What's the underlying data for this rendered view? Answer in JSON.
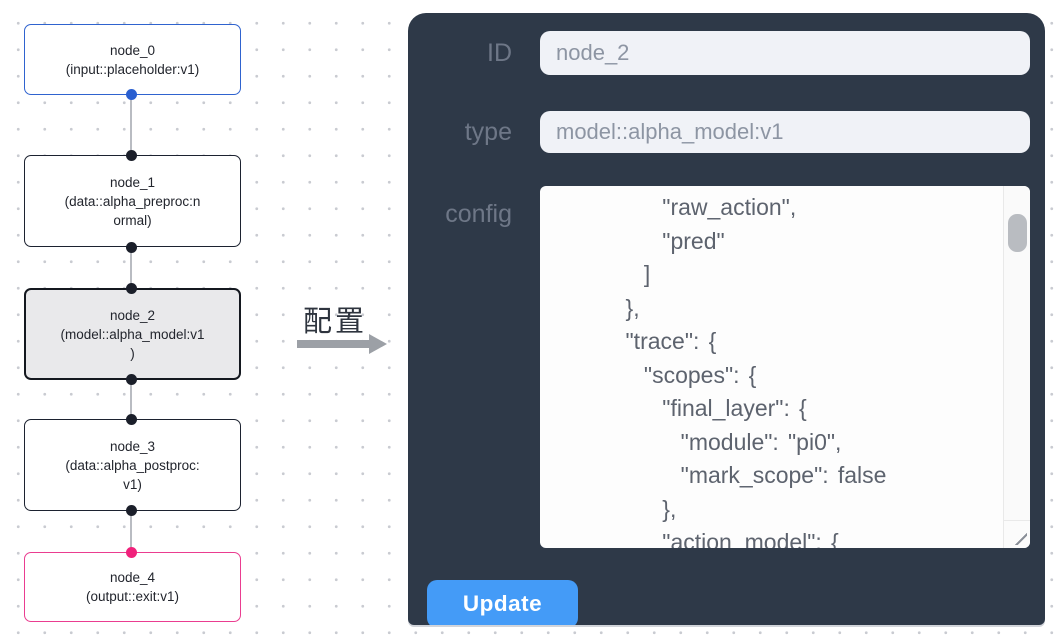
{
  "canvas": {
    "nodes": [
      {
        "title": "node_0",
        "subtitle_lines": [
          "(input::placeholder:v1)"
        ],
        "kind": "input"
      },
      {
        "title": "node_1",
        "subtitle_lines": [
          "(data::alpha_preproc:n",
          "ormal)"
        ],
        "kind": "default"
      },
      {
        "title": "node_2",
        "subtitle_lines": [
          "(model::alpha_model:v1",
          ")"
        ],
        "kind": "selected"
      },
      {
        "title": "node_3",
        "subtitle_lines": [
          "(data::alpha_postproc:",
          "v1)"
        ],
        "kind": "default"
      },
      {
        "title": "node_4",
        "subtitle_lines": [
          "(output::exit:v1)"
        ],
        "kind": "output"
      }
    ],
    "colors": {
      "input_node_border": "#2f63cf",
      "default_node_border": "#1c2230",
      "output_node_border": "#ea3d90",
      "selected_node_bg": "#e9e9eb",
      "input_handle": "#2a5fd0",
      "output_handle": "#f0217b",
      "default_handle": "#1b1f2a",
      "edge": "#b9bcc2"
    }
  },
  "transition": {
    "label": "配置"
  },
  "panel": {
    "bg_color": "#2e3948",
    "fields": [
      {
        "label": "ID",
        "value": "node_2"
      },
      {
        "label": "type",
        "value": "model::alpha_model:v1"
      }
    ],
    "config_label": "config",
    "config_lines": [
      "            \"raw_action\",",
      "            \"pred\"",
      "          ]",
      "        },",
      "        \"trace\": {",
      "          \"scopes\": {",
      "            \"final_layer\": {",
      "              \"module\": \"pi0\",",
      "              \"mark_scope\": false",
      "            },",
      "            \"action_model\": {"
    ],
    "update_label": "Update",
    "button_color": "#449bf7"
  }
}
